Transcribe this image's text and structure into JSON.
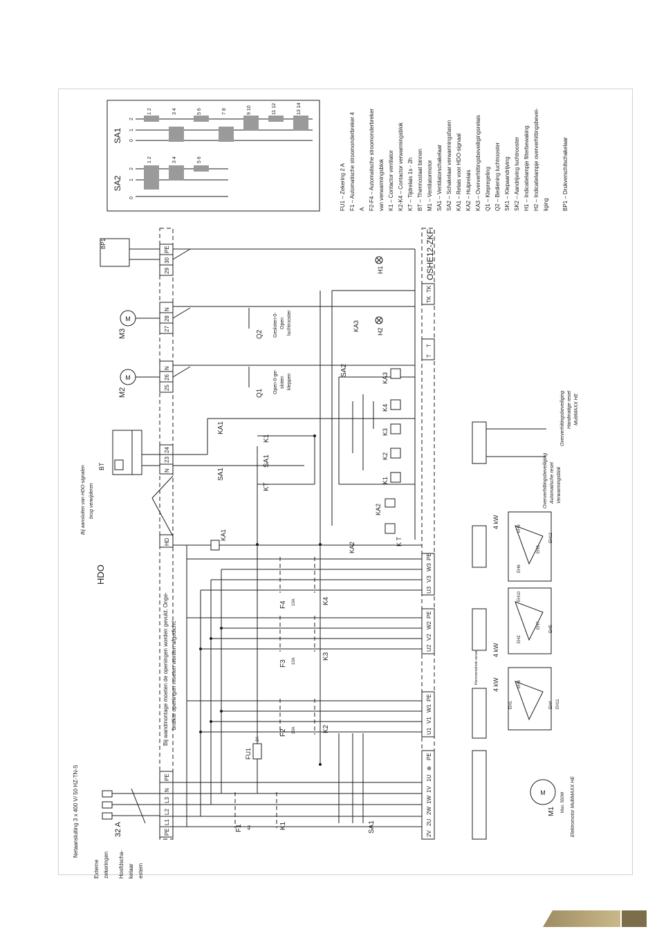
{
  "header": {
    "supply_label": "Netaansluiting 3 x 400 V/ 50 HZ-TN-S",
    "external_fuses_line1": "Externe",
    "external_fuses_line2": "zekeringen",
    "main_switch_line1": "Hoofdscha-",
    "main_switch_line2": "kelaar",
    "main_switch_line3": "extern",
    "fuse_rating": "32 A"
  },
  "notes": {
    "wall_mount_line1": "Bij wandmontage moeten de openingen worden gevuld. Onge-",
    "wall_mount_line2": "bruikte openingen moeten worden afgedicht!",
    "hdo_line1": "Bij aansluiten van HDO-signalen",
    "hdo_line2": "brug verwijderen",
    "hdo": "HDO"
  },
  "terminals": {
    "supply": [
      "PE",
      "L1",
      "L2",
      "L3",
      "N",
      "PE"
    ],
    "motor_out": [
      "2V",
      "2U",
      "2W",
      "1W",
      "1V",
      "1U",
      "⊕",
      "PE"
    ],
    "heater1": [
      "U1",
      "V1",
      "W1",
      "PE"
    ],
    "heater2": [
      "U2",
      "V2",
      "W2",
      "PE"
    ],
    "heater3": [
      "U3",
      "V3",
      "W3",
      "PE"
    ],
    "hdo": [
      "HD"
    ],
    "bt": [
      "N",
      "23",
      "24"
    ],
    "m2": [
      "25",
      "26",
      "N"
    ],
    "m3": [
      "27",
      "28",
      "N"
    ],
    "bp1": [
      "29",
      "30",
      "PE"
    ],
    "bottom_tt": [
      "T",
      "T"
    ],
    "bottom_tk": [
      "TK",
      "TK"
    ]
  },
  "components": {
    "F1": "F1",
    "F1_rating": "4A",
    "F2": "F2",
    "F2_rating": "10A",
    "F3": "F3",
    "F3_rating": "10A",
    "F4": "F4",
    "F4_rating": "10A",
    "FU1": "FU1",
    "FU1_rating": "2A",
    "K1": "K1",
    "K2": "K2",
    "K3": "K3",
    "K4": "K4",
    "SA1": "SA1",
    "SA2": "SA2",
    "KA1": "KA1",
    "KA2": "KA2",
    "KA3": "KA3",
    "KT": "KT",
    "K_T": "K T",
    "BT": "BT",
    "BP1": "BP1",
    "M1": "M1",
    "M2": "M2",
    "M3": "M3",
    "Q1": "Q1",
    "Q2": "Q2",
    "H1": "H1",
    "H2": "H2",
    "heater_power": "4 kW",
    "heating_terminal_label": "Klemmenstrook verwarming",
    "eh": [
      "EH1",
      "EH4",
      "EH8",
      "EH11",
      "EH2",
      "EH5",
      "EH7",
      "EH10",
      "EH3",
      "EH6",
      "EH9",
      "EH12"
    ],
    "q1_caption_1": "Open-0-ge-",
    "q1_caption_2": "sloten",
    "q1_caption_3": "kleppen",
    "q2_caption_1": "Gesloten-0-",
    "q2_caption_2": "Open",
    "q2_caption_3": "luchtrooster",
    "m1_caption": "Elektromotor MultiMAXX HE",
    "m1_max": "Max. 550W",
    "overheat_caption_1": "Oververhittingsbeveiliging",
    "overheat_caption_2": "Automatische reset",
    "overheat_caption_3": "Verwarmingsblok",
    "overheat_manual_1": "Oververhittingsbeveiliging",
    "overheat_manual_2": "Handmatige reset",
    "overheat_manual_3": "MultiMAXX HE",
    "model": "OSHE12-ZKF"
  },
  "switch_tables": {
    "sa1_title": "SA1",
    "sa2_title": "SA2",
    "positions": [
      "2",
      "1",
      "0"
    ],
    "sa1_contacts": [
      "1 2",
      "3 4",
      "5 6",
      "7 8",
      "9 10",
      "11 12",
      "13 14"
    ],
    "sa2_contacts": [
      "1 2",
      "3 4",
      "5 6"
    ]
  },
  "legend": [
    "FU1 – Zekering 2 A",
    "F1 – Automatische stroomonderbreker 4",
    "A",
    "F2-F4 – Automatische stroomonderbreker",
    "van verwarmingsblok",
    "K1 – Contactor ventilator",
    "K2-K4 – Contactor verwarmingsblok",
    "KT – Tijdrelais 1s - 2h",
    "BT – Thermostaat binnen",
    "M1 – Ventilatormotor",
    "SA1 – Ventilatorschakelaar",
    "SA2 – Schakelaar verwarmingsfasen",
    "KA1 – Relais voor HDO-signaal",
    "KA2 – Hulprelais",
    "KA3 – Oververhittingsbeveiligingsrelais",
    "Q1 – Klepregeling",
    "Q2 – Bediening luchtrooster",
    "SK1 – Klepaandrijving",
    "SK2 – Aandrijving luchtrooster",
    "H1 – Indicatielampje filterbewaking",
    "H2 – Indicatielampje oververhittingsbevei-",
    "liging",
    "BP1 – Drukverschilschakelaar"
  ],
  "colors": {
    "line": "#1a1a1a",
    "switch_fill": "#9a9a9a",
    "frame": "#cfcfcf",
    "pager_gold": "#b7a57a"
  }
}
